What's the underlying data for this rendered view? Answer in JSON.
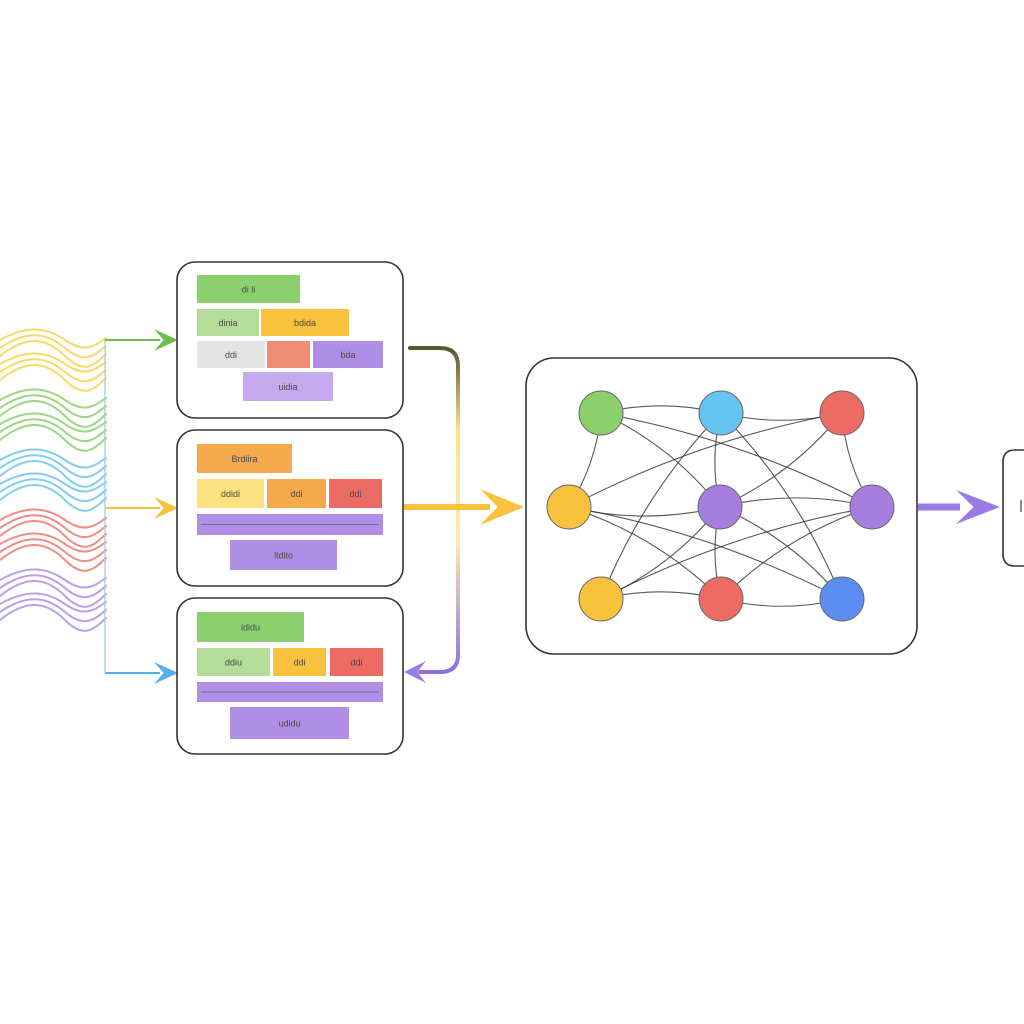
{
  "colors": {
    "green": "#8bd06d",
    "green_light": "#b3dd98",
    "yellow": "#f9c23c",
    "yellow_light": "#fbe17f",
    "orange": "#f4a94a",
    "salmon": "#ee8d74",
    "red": "#ec6b63",
    "purple": "#b08ee6",
    "purple_light": "#c7a9ef",
    "gray": "#e4e4e4",
    "blue": "#4fb2ec",
    "cyan": "#64c5f2",
    "blue_deep": "#5b8df3",
    "box_stroke": "#333333",
    "node_purple": "#a57edf",
    "arrow_purple": "#9b7ae6"
  },
  "input_waves": [
    "#f9d24a",
    "#8bd06d",
    "#6cc6f0",
    "#ec7a70",
    "#b08ee6"
  ],
  "panels": [
    {
      "arrow_color": "#6cc04a",
      "rows": [
        [
          {
            "label": "di li",
            "color": "green"
          }
        ],
        [
          {
            "label": "dinia",
            "color": "green_light"
          },
          {
            "label": "bdida",
            "color": "yellow"
          }
        ],
        [
          {
            "label": "ddi",
            "color": "gray"
          },
          {
            "label": "",
            "color": "salmon"
          },
          {
            "label": "bda",
            "color": "purple"
          }
        ],
        [
          {
            "label": "uidia",
            "color": "purple_light"
          }
        ]
      ]
    },
    {
      "arrow_color": "#f9c23c",
      "rows": [
        [
          {
            "label": "Brdiira",
            "color": "orange"
          }
        ],
        [
          {
            "label": "ddidi",
            "color": "yellow_light"
          },
          {
            "label": "ddi",
            "color": "orange"
          },
          {
            "label": "ddi",
            "color": "red"
          }
        ],
        [
          {
            "label": "",
            "color": "purple"
          }
        ],
        [
          {
            "label": "ltdito",
            "color": "purple"
          }
        ]
      ]
    },
    {
      "arrow_color": "#4fb2ec",
      "rows": [
        [
          {
            "label": "ididu",
            "color": "green"
          }
        ],
        [
          {
            "label": "ddiu",
            "color": "green_light"
          },
          {
            "label": "ddi",
            "color": "yellow"
          },
          {
            "label": "ddi",
            "color": "red"
          }
        ],
        [
          {
            "label": "",
            "color": "purple"
          }
        ],
        [
          {
            "label": "udidu",
            "color": "purple"
          }
        ]
      ]
    }
  ],
  "graph": {
    "nodes": [
      {
        "id": "n1",
        "color": "green"
      },
      {
        "id": "n2",
        "color": "cyan"
      },
      {
        "id": "n3",
        "color": "red"
      },
      {
        "id": "n4",
        "color": "yellow"
      },
      {
        "id": "n5",
        "color": "node_purple"
      },
      {
        "id": "n6",
        "color": "node_purple"
      },
      {
        "id": "n7",
        "color": "yellow"
      },
      {
        "id": "n8",
        "color": "red"
      },
      {
        "id": "n9",
        "color": "blue_deep"
      }
    ],
    "edges": [
      [
        "n1",
        "n2"
      ],
      [
        "n2",
        "n3"
      ],
      [
        "n1",
        "n5"
      ],
      [
        "n2",
        "n5"
      ],
      [
        "n3",
        "n5"
      ],
      [
        "n4",
        "n5"
      ],
      [
        "n5",
        "n6"
      ],
      [
        "n7",
        "n5"
      ],
      [
        "n8",
        "n5"
      ],
      [
        "n9",
        "n5"
      ],
      [
        "n1",
        "n6"
      ],
      [
        "n3",
        "n4"
      ],
      [
        "n4",
        "n9"
      ],
      [
        "n6",
        "n7"
      ],
      [
        "n7",
        "n8"
      ],
      [
        "n8",
        "n9"
      ],
      [
        "n1",
        "n4"
      ],
      [
        "n3",
        "n6"
      ],
      [
        "n7",
        "n2"
      ],
      [
        "n9",
        "n2"
      ],
      [
        "n4",
        "n8"
      ],
      [
        "n6",
        "n8"
      ]
    ]
  }
}
